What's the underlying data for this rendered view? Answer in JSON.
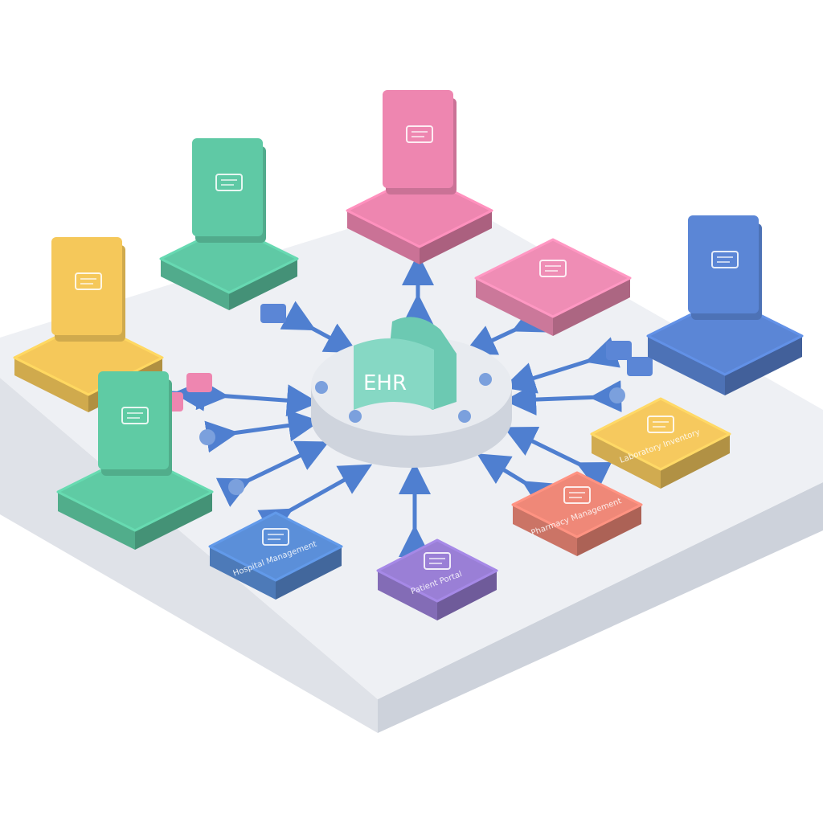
{
  "hub": {
    "label": "EHR",
    "color": "#7fd3c0"
  },
  "modules": [
    {
      "id": "monitoring",
      "label": "",
      "color": "#5fc9a5",
      "icon": "heartbeat-dome-icon"
    },
    {
      "id": "devices",
      "label": "",
      "color": "#ee86b0",
      "icon": "device-connection-icon"
    },
    {
      "id": "workstation",
      "label": "",
      "color": "#f5c85a",
      "icon": "workstation-icon"
    },
    {
      "id": "records",
      "label": "",
      "color": "#ef8db5",
      "icon": "document-stack-icon"
    },
    {
      "id": "dashboard",
      "label": "",
      "color": "#5b86d6",
      "icon": "dashboard-grid-icon"
    },
    {
      "id": "clinic",
      "label": "",
      "color": "#5fcba4",
      "icon": "clinic-terminal-icon"
    },
    {
      "id": "laboratory",
      "label": "Laboratory Inventory",
      "color": "#f6c95e",
      "icon": "lab-printer-icon"
    },
    {
      "id": "pharmacy",
      "label": "Pharmacy Management",
      "color": "#ef8878",
      "icon": "pharmacy-hand-icon"
    },
    {
      "id": "hospital",
      "label": "Hospital Management",
      "color": "#5b8fd9",
      "icon": "calendar-grid-icon"
    },
    {
      "id": "patient",
      "label": "Patient Portal",
      "color": "#9a7fd6",
      "icon": "patient-icon"
    }
  ],
  "colors": {
    "platform_top": "#eef0f4",
    "platform_side": "#d6dae2",
    "arrow": "#4f7fd0",
    "hub_base": "#e6e9ef"
  }
}
